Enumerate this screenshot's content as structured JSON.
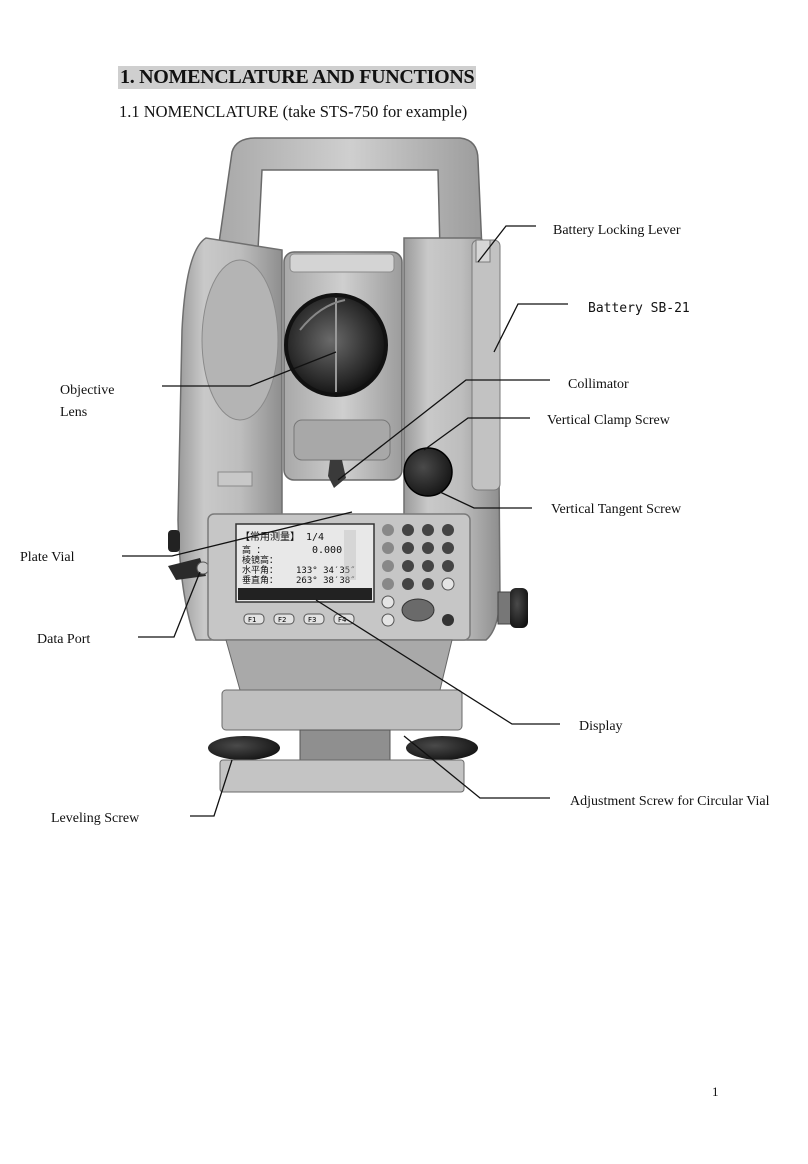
{
  "heading": {
    "title": "1. NOMENCLATURE AND FUNCTIONS",
    "subtitle": "1.1 NOMENCLATURE (take STS-750 for example)"
  },
  "callouts": {
    "battery_locking_lever": "Battery Locking Lever",
    "battery": "Battery SB-21",
    "objective_lens": "Objective Lens",
    "collimator": "Collimator",
    "vertical_clamp_screw": "Vertical Clamp Screw",
    "vertical_tangent_screw": "Vertical Tangent Screw",
    "plate_vial": "Plate Vial",
    "data_port": "Data Port",
    "display": "Display",
    "adjustment_screw": "Adjustment Screw for Circular Vial",
    "leveling_screw": "Leveling Screw"
  },
  "display_screen": {
    "header": "【常用测量】 1/4",
    "line1_label": "高 ：",
    "line1_value": "0.000",
    "line2_label": "棱镜高：",
    "line3_label": "水平角：",
    "line3_value": "133° 34′35″",
    "line4_label": "垂直角：",
    "line4_value": "263° 38′38″",
    "softkeys": [
      "F1",
      "F2",
      "F3",
      "F4"
    ]
  },
  "page_number": "1"
}
